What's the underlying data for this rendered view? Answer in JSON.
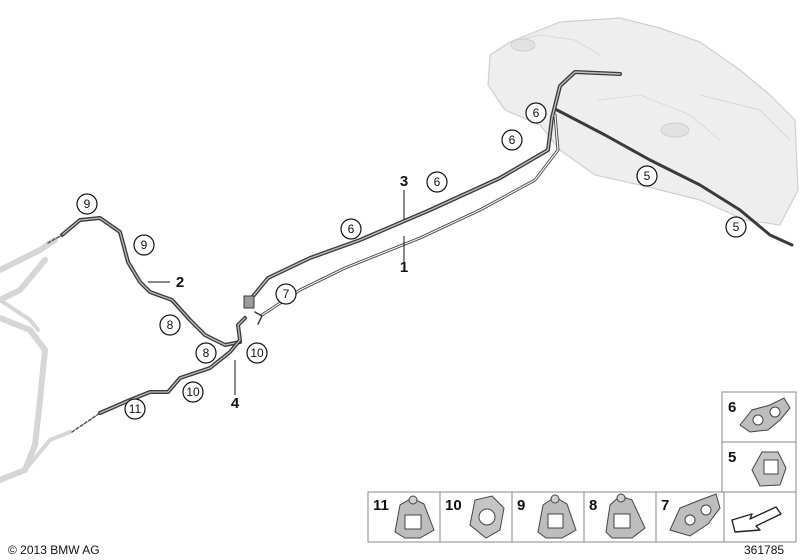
{
  "diagram": {
    "callouts": [
      "9",
      "9",
      "8",
      "8",
      "10",
      "10",
      "11",
      "7",
      "6",
      "6",
      "6",
      "6",
      "5",
      "5"
    ],
    "leader_labels": [
      "3",
      "1",
      "2",
      "4"
    ],
    "thumbnails": [
      {
        "label": "6",
        "part": "double-clip"
      },
      {
        "label": "5",
        "part": "single-clip"
      },
      {
        "label": "11",
        "part": "bracket-clip"
      },
      {
        "label": "10",
        "part": "open-clip"
      },
      {
        "label": "9",
        "part": "bracket-clip"
      },
      {
        "label": "8",
        "part": "bracket-clip"
      },
      {
        "label": "7",
        "part": "double-clip"
      },
      {
        "label": "",
        "part": "direction-arrow-icon"
      }
    ]
  },
  "footer": {
    "copyright": "© 2013 BMW AG",
    "image_number": "361785"
  },
  "colors": {
    "line_dark": "#3a3a3a",
    "tank_fill": "#eeeeee",
    "ghost_fill": "#e6e6e6",
    "thumb_border": "#8a8a8a"
  }
}
